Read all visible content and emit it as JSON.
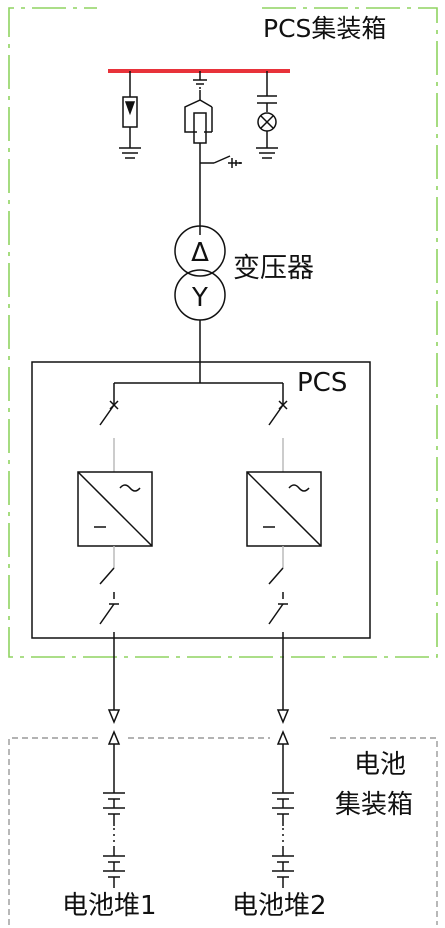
{
  "container": {
    "title": "PCS集装箱"
  },
  "transformer": {
    "label": "变压器",
    "primary_symbol": "Δ",
    "secondary_symbol": "Y"
  },
  "pcs_block": {
    "label": "PCS"
  },
  "battery_container": {
    "line1": "电池",
    "line2": "集装箱"
  },
  "stacks": [
    {
      "label": "电池堆1"
    },
    {
      "label": "电池堆2"
    }
  ],
  "colors": {
    "busbar": "#e8323a",
    "dashed_border": "#8fd460",
    "line": "#111111"
  }
}
